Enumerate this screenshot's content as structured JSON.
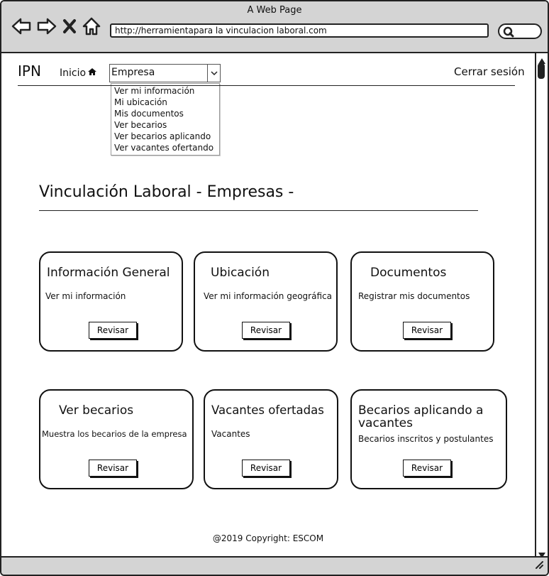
{
  "browser": {
    "window_title": "A Web Page",
    "url": "http://herramientapara la vinculacion laboral.com"
  },
  "nav": {
    "logo": "IPN",
    "home_label": "Inicio",
    "select_value": "Empresa",
    "dropdown_items": [
      "Ver mi información",
      "Mi ubicación",
      "Mis documentos",
      "Ver becarios",
      "Ver becarios aplicando",
      "Ver vacantes ofertando"
    ],
    "logout_label": "Cerrar sesión"
  },
  "page": {
    "title": "Vinculación Laboral - Empresas -"
  },
  "cards": [
    {
      "title": "Información General",
      "description": "Ver mi información",
      "button": "Revisar"
    },
    {
      "title": "Ubicación",
      "description": "Ver mi información geográfica",
      "button": "Revisar"
    },
    {
      "title": "Documentos",
      "description": "Registrar mis documentos",
      "button": "Revisar"
    },
    {
      "title": "Ver becarios",
      "description": "Muestra los becarios de la empresa",
      "button": "Revisar"
    },
    {
      "title": "Vacantes ofertadas",
      "description": "Vacantes",
      "button": "Revisar"
    },
    {
      "title": "Becarios aplicando a vacantes",
      "description": "Becarios inscritos y postulantes",
      "button": "Revisar"
    }
  ],
  "footer": {
    "copyright": "@2019 Copyright: ESCOM"
  }
}
